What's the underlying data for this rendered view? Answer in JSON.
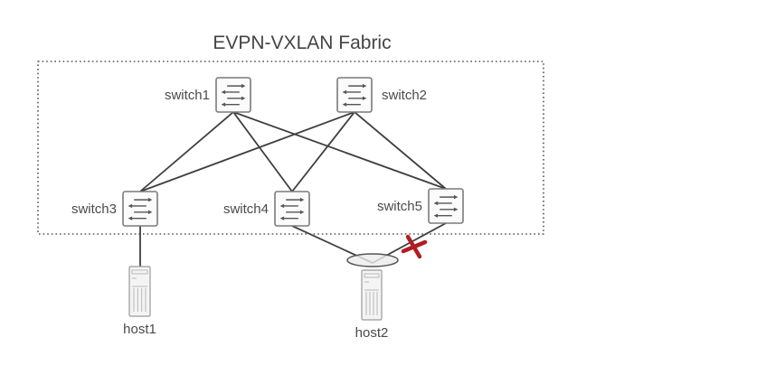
{
  "diagram": {
    "title": "EVPN-VXLAN Fabric",
    "switches": [
      {
        "id": "switch1",
        "label": "switch1",
        "icon": "network-switch-icon"
      },
      {
        "id": "switch2",
        "label": "switch2",
        "icon": "network-switch-icon"
      },
      {
        "id": "switch3",
        "label": "switch3",
        "icon": "network-switch-icon"
      },
      {
        "id": "switch4",
        "label": "switch4",
        "icon": "network-switch-icon"
      },
      {
        "id": "switch5",
        "label": "switch5",
        "icon": "network-switch-icon"
      }
    ],
    "hosts": [
      {
        "id": "host1",
        "label": "host1",
        "icon": "server-icon"
      },
      {
        "id": "host2",
        "label": "host2",
        "icon": "server-icon"
      }
    ],
    "links": [
      {
        "from": "switch1",
        "to": "switch3",
        "status": "up"
      },
      {
        "from": "switch1",
        "to": "switch4",
        "status": "up"
      },
      {
        "from": "switch1",
        "to": "switch5",
        "status": "up"
      },
      {
        "from": "switch2",
        "to": "switch3",
        "status": "up"
      },
      {
        "from": "switch2",
        "to": "switch4",
        "status": "up"
      },
      {
        "from": "switch2",
        "to": "switch5",
        "status": "up"
      },
      {
        "from": "switch3",
        "to": "host1",
        "status": "up"
      },
      {
        "from": "switch4",
        "to": "host2",
        "status": "up",
        "lag": true
      },
      {
        "from": "switch5",
        "to": "host2",
        "status": "down",
        "lag": true
      }
    ],
    "lag_icon": "link-aggregation-ellipse-icon",
    "failure_icon": "link-failure-x-icon",
    "colors": {
      "line": "#3f3f3f",
      "failure": "#b01e22",
      "text": "#444444"
    }
  }
}
